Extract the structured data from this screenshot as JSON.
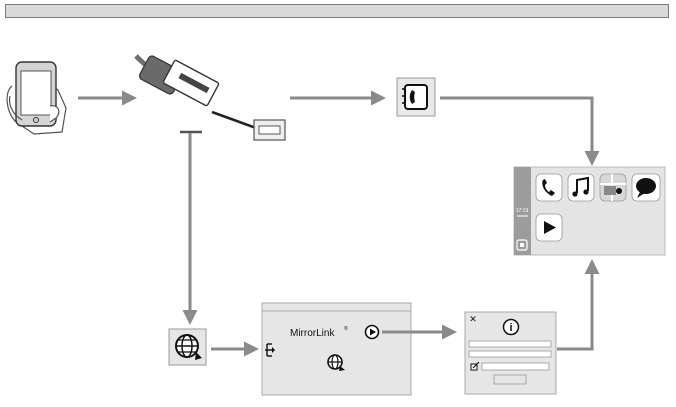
{
  "header": {
    "title": ""
  },
  "carplay": {
    "clock": "17:19",
    "apps": [
      "phone-icon",
      "music-icon",
      "maps-icon",
      "messages-icon",
      "play-icon"
    ]
  },
  "mirrorlink": {
    "logo_text": "MirrorLink",
    "logo_tm": "®"
  },
  "settings_dialog": {
    "close_glyph": "✕",
    "info_glyph": "i"
  },
  "colors": {
    "arrow": "#8a8a8a",
    "panel_bg": "#e6e6e6",
    "panel_border": "#a8a8a8",
    "carplay_bg": "#e4e4e4",
    "carplay_sidebar": "#9c9c9c"
  }
}
